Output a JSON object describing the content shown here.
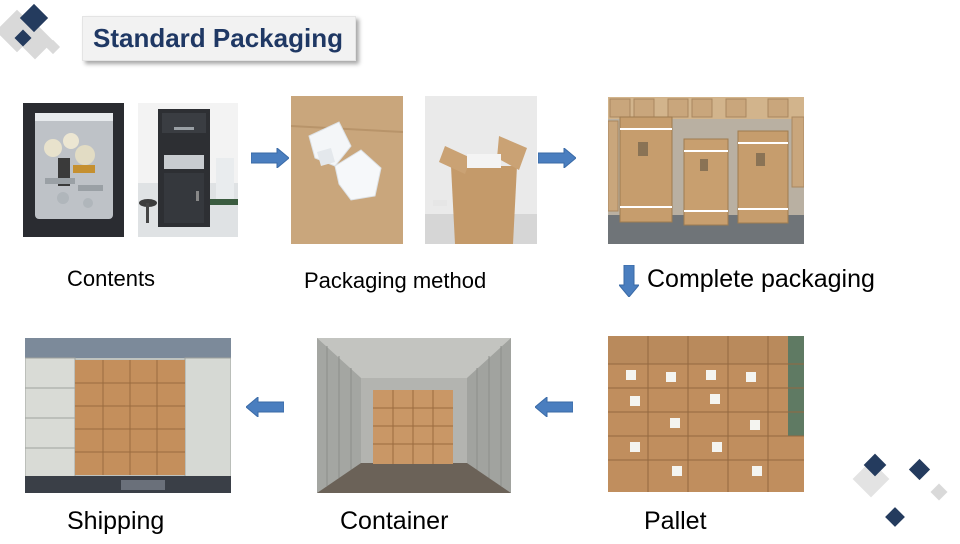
{
  "title": "Standard Packaging",
  "steps": {
    "contents": "Contents",
    "packaging_method": "Packaging method",
    "complete_packaging": "Complete packaging",
    "pallet": "Pallet",
    "container": "Container",
    "shipping": "Shipping"
  },
  "icons": {
    "flow_arrow": "block-arrow-icon",
    "corner_decor": "diamond-decor-icon"
  },
  "colors": {
    "title": "#1f3864",
    "arrow": "#4a7ebf",
    "diamond_dark": "#243b5e",
    "diamond_light": "#d9d9d9"
  }
}
